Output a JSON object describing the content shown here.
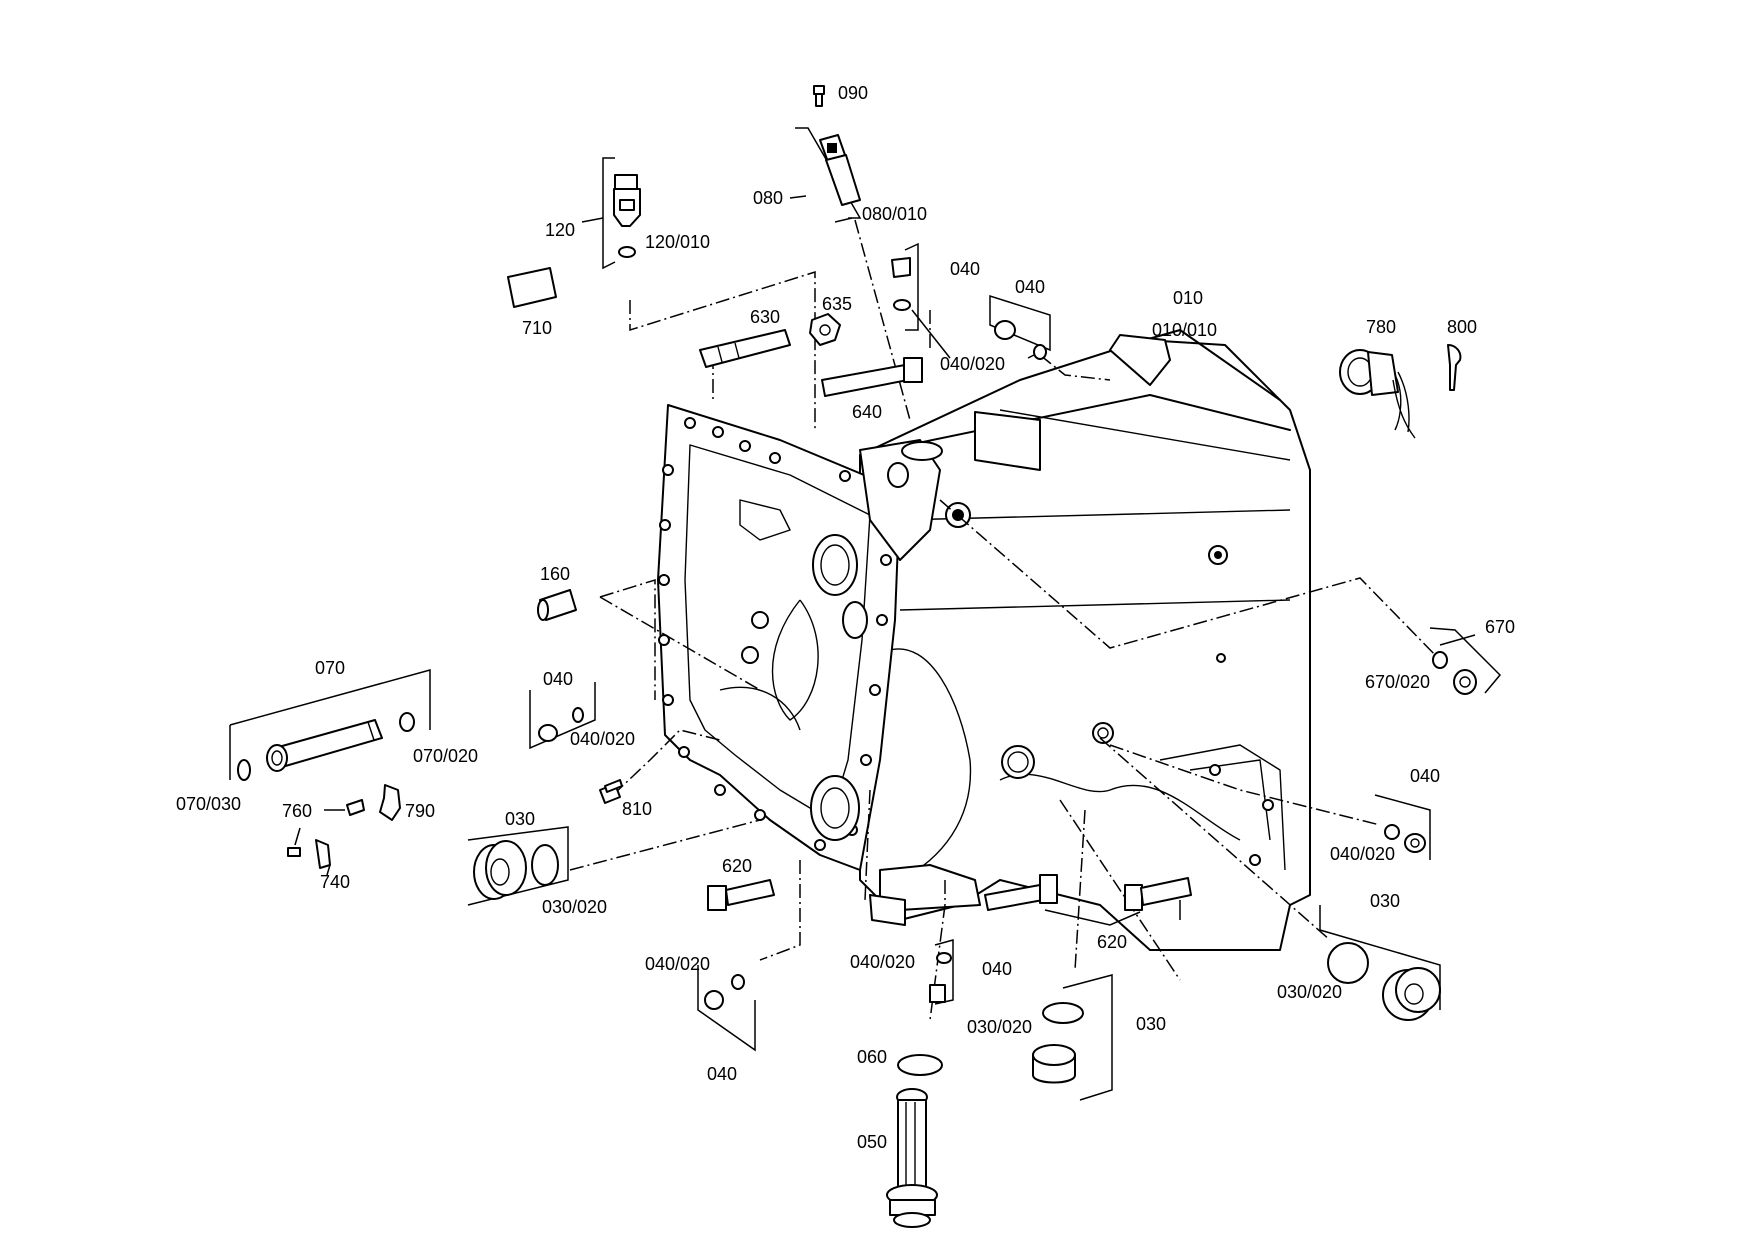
{
  "diagram": {
    "callouts": [
      {
        "id": "c090",
        "text": "090"
      },
      {
        "id": "c080",
        "text": "080"
      },
      {
        "id": "c080_010",
        "text": "080/010"
      },
      {
        "id": "c120",
        "text": "120"
      },
      {
        "id": "c120_010",
        "text": "120/010"
      },
      {
        "id": "c710",
        "text": "710"
      },
      {
        "id": "c630",
        "text": "630"
      },
      {
        "id": "c635",
        "text": "635"
      },
      {
        "id": "c640",
        "text": "640"
      },
      {
        "id": "c040_a",
        "text": "040"
      },
      {
        "id": "c040_020_a",
        "text": "040/020"
      },
      {
        "id": "c040_b",
        "text": "040"
      },
      {
        "id": "c010",
        "text": "010"
      },
      {
        "id": "c010_010",
        "text": "010/010"
      },
      {
        "id": "c780",
        "text": "780"
      },
      {
        "id": "c800",
        "text": "800"
      },
      {
        "id": "c160",
        "text": "160"
      },
      {
        "id": "c670",
        "text": "670"
      },
      {
        "id": "c670_020",
        "text": "670/020"
      },
      {
        "id": "c070",
        "text": "070"
      },
      {
        "id": "c070_020",
        "text": "070/020"
      },
      {
        "id": "c070_030",
        "text": "070/030"
      },
      {
        "id": "c040_c",
        "text": "040"
      },
      {
        "id": "c040_020_c",
        "text": "040/020"
      },
      {
        "id": "c760",
        "text": "760"
      },
      {
        "id": "c790",
        "text": "790"
      },
      {
        "id": "c740",
        "text": "740"
      },
      {
        "id": "c810",
        "text": "810"
      },
      {
        "id": "c030_a",
        "text": "030"
      },
      {
        "id": "c030_020_a",
        "text": "030/020"
      },
      {
        "id": "c620_a",
        "text": "620"
      },
      {
        "id": "c620_b",
        "text": "620"
      },
      {
        "id": "c040_d",
        "text": "040"
      },
      {
        "id": "c040_020_d",
        "text": "040/020"
      },
      {
        "id": "c030_b",
        "text": "030"
      },
      {
        "id": "c030_020_b",
        "text": "030/020"
      },
      {
        "id": "c040_020_e",
        "text": "040/020"
      },
      {
        "id": "c040_e",
        "text": "040"
      },
      {
        "id": "c040_020_f",
        "text": "040/020"
      },
      {
        "id": "c040_f",
        "text": "040"
      },
      {
        "id": "c060",
        "text": "060"
      },
      {
        "id": "c030_020_c",
        "text": "030/020"
      },
      {
        "id": "c030_c",
        "text": "030"
      },
      {
        "id": "c050",
        "text": "050"
      }
    ]
  }
}
